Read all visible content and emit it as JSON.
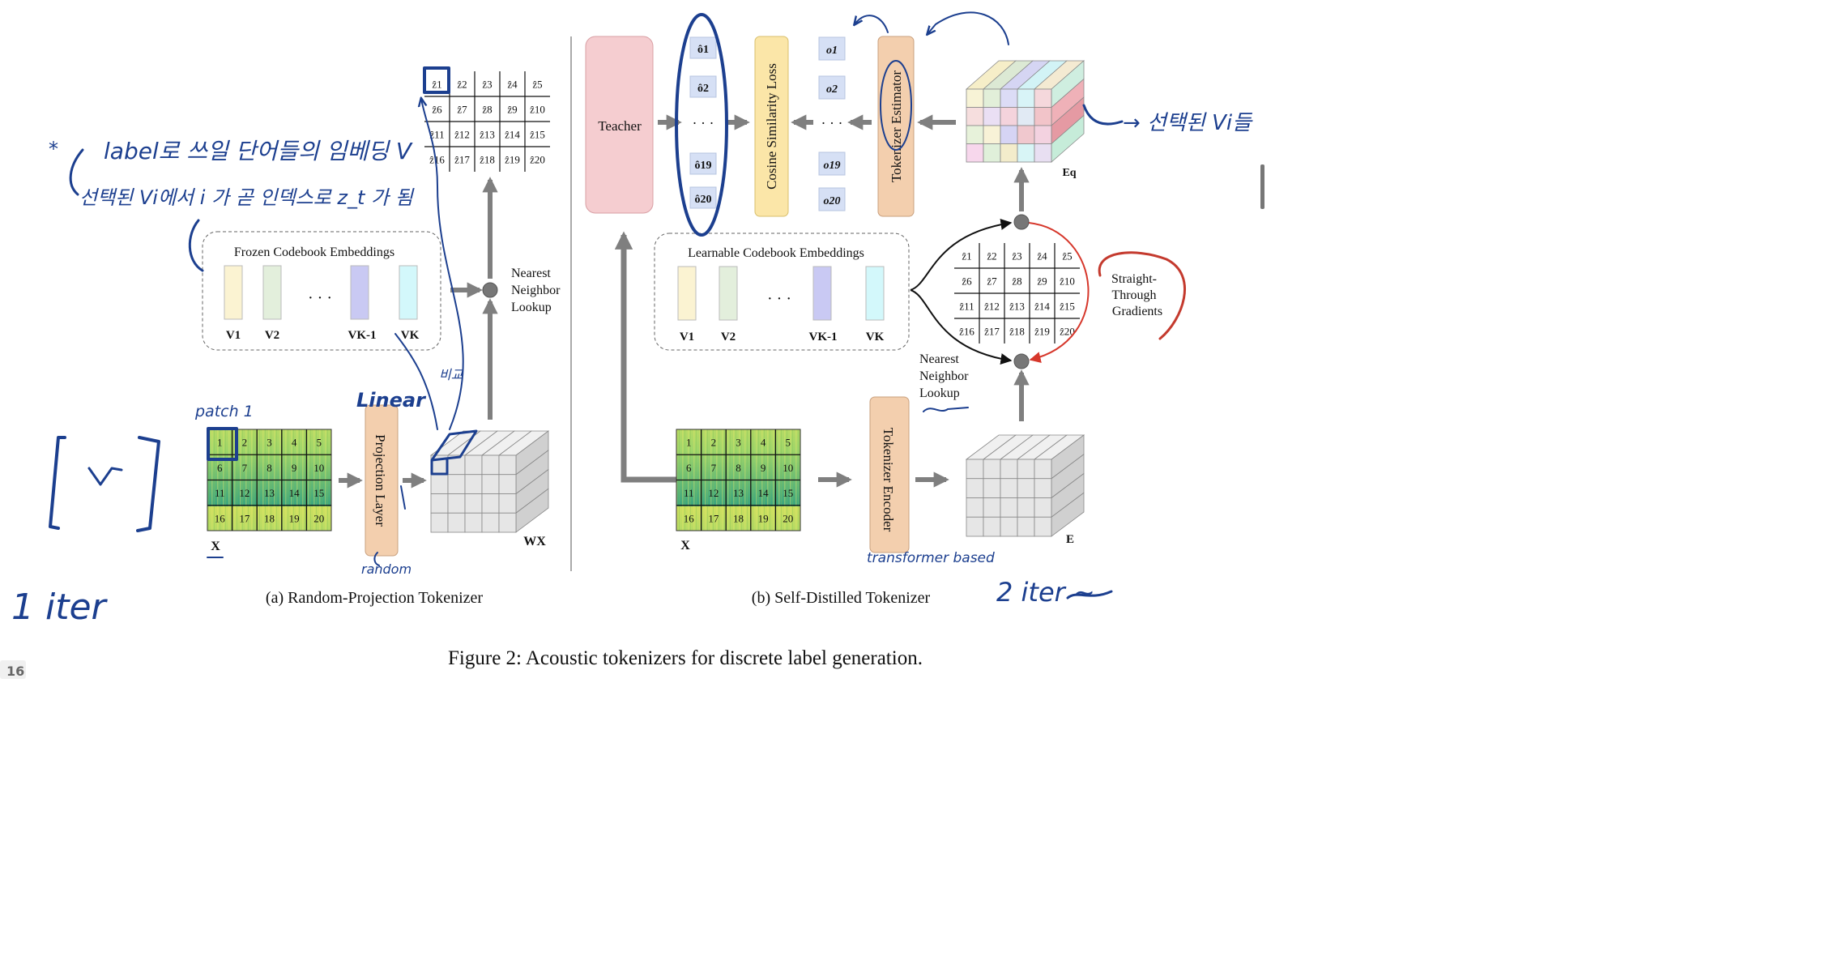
{
  "caption": "Figure 2: Acoustic tokenizers for discrete label generation.",
  "page_number": "16",
  "left_panel": {
    "title": "(a) Random-Projection Tokenizer",
    "frozen_box_title": "Frozen Codebook Embeddings",
    "codebook_labels": [
      "V1",
      "V2",
      "VK-1",
      "VK"
    ],
    "ellipsis": "· · ·",
    "nn_lookup": [
      "Nearest",
      "Neighbor",
      "Lookup"
    ],
    "projection_layer": "Projection Layer",
    "input_label": "X",
    "output_label": "WX",
    "patch_numbers": [
      "1",
      "2",
      "3",
      "4",
      "5",
      "6",
      "7",
      "8",
      "9",
      "10",
      "11",
      "12",
      "13",
      "14",
      "15",
      "16",
      "17",
      "18",
      "19",
      "20"
    ],
    "z_grid": [
      "ẑ1",
      "ẑ2",
      "ẑ3",
      "ẑ4",
      "ẑ5",
      "ẑ6",
      "ẑ7",
      "ẑ8",
      "ẑ9",
      "ẑ10",
      "ẑ11",
      "ẑ12",
      "ẑ13",
      "ẑ14",
      "ẑ15",
      "ẑ16",
      "ẑ17",
      "ẑ18",
      "ẑ19",
      "ẑ20"
    ]
  },
  "right_panel": {
    "title": "(b) Self-Distilled Tokenizer",
    "teacher": "Teacher",
    "teacher_outputs": [
      "ô1",
      "ô2",
      "· · ·",
      "ô19",
      "ô20"
    ],
    "loss": "Cosine Similarity Loss",
    "estimator_outputs": [
      "o1",
      "o2",
      "· · ·",
      "o19",
      "o20"
    ],
    "estimator": "Tokenizer Estimator",
    "learnable_box_title": "Learnable Codebook Embeddings",
    "codebook_labels": [
      "V1",
      "V2",
      "VK-1",
      "VK"
    ],
    "ellipsis": "· · ·",
    "nn_lookup": [
      "Nearest",
      "Neighbor",
      "Lookup"
    ],
    "straight_through": [
      "Straight-",
      "Through",
      "Gradients"
    ],
    "encoder": "Tokenizer Encoder",
    "input_label": "X",
    "output_label": "E",
    "eq_label": "Eq",
    "patch_numbers": [
      "1",
      "2",
      "3",
      "4",
      "5",
      "6",
      "7",
      "8",
      "9",
      "10",
      "11",
      "12",
      "13",
      "14",
      "15",
      "16",
      "17",
      "18",
      "19",
      "20"
    ],
    "z_grid": [
      "ẑ1",
      "ẑ2",
      "ẑ3",
      "ẑ4",
      "ẑ5",
      "ẑ6",
      "ẑ7",
      "ẑ8",
      "ẑ9",
      "ẑ10",
      "ẑ11",
      "ẑ12",
      "ẑ13",
      "ẑ14",
      "ẑ15",
      "ẑ16",
      "ẑ17",
      "ẑ18",
      "ẑ19",
      "ẑ20"
    ]
  },
  "handwritten": {
    "note_star": "*",
    "note_line1": "label로 쓰일 단어들의 임베딩 V",
    "note_line2": "선택된 Vi에서 i 가 곧 인덱스로 z_t 가 됨",
    "patch1": "patch 1",
    "linear": "Linear",
    "random": "random",
    "compare": "비교",
    "v_box": "v",
    "iter1": "1 iter",
    "iter2": "2 iter ~",
    "selected_vi": "→ 선택된 Vi들",
    "transformer_based": "transformer based"
  },
  "colors": {
    "codebook": [
      "#fbf3d2",
      "#e3efdc",
      "#c9c9f3",
      "#d3f8fb"
    ],
    "teacher_fill": "#f5cdd0",
    "loss_fill": "#fbe6a8",
    "estimator_fill": "#f3cfae",
    "o_fill": "#d6e0f5",
    "arrow": "#7f7f7f",
    "ink": "#1c3f8f",
    "red": "#d6372b",
    "spectrogram_top": "#cfe060",
    "spectrogram_bottom": "#43a87c"
  }
}
